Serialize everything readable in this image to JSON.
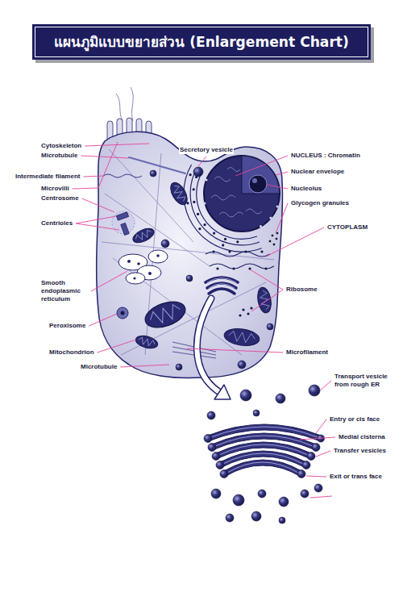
{
  "diagram": {
    "title": "แผนภูมิแบบขยายส่วน (Enlargement Chart)",
    "labels": [
      "Cytoskeleton",
      "Microtubule",
      "Intermediate filament",
      "Microvilli",
      "Centrosome",
      "Centrioles",
      "Secretory vesicle",
      "NUCLEUS : Chromatin",
      "Nuclear envelope",
      "Nucleolus",
      "Glycogen granules",
      "CYTOPLASM",
      "Smooth endoplasmic reticulum",
      "Ribosome",
      "Peroxisome",
      "Mitochondrion",
      "Microfilament",
      "Microtubule",
      "Transport vesicle from rough ER",
      "Entry or cis face",
      "Medial cisterna",
      "Transfer vesicles",
      "Exit or trans face"
    ]
  }
}
